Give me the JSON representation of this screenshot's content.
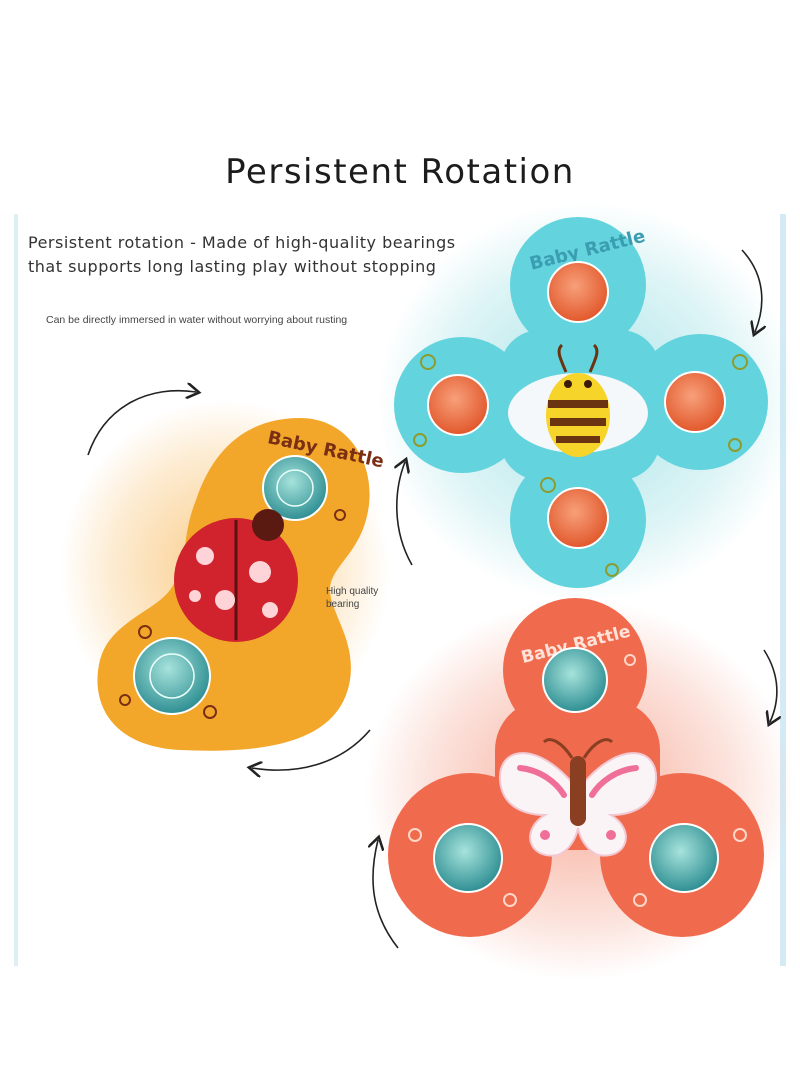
{
  "title": "Persistent Rotation",
  "description_line1": "Persistent rotation - Made of high-quality bearings",
  "description_line2": "that supports long lasting play without stopping",
  "water_note": "Can be directly immersed in water without worrying about rusting",
  "bearing_label_line1": "High quality",
  "bearing_label_line2": "bearing",
  "toys": {
    "yellow": {
      "brand": "Baby Rattle",
      "character": "ladybug"
    },
    "blue": {
      "brand": "Baby Rattle",
      "character": "bee"
    },
    "orange": {
      "brand": "Baby Rattle",
      "character": "butterfly"
    }
  },
  "colors": {
    "yellow_toy": "#f3a72a",
    "blue_toy": "#63d3de",
    "orange_toy": "#f06b4e",
    "button_orange": "#ee6a3a",
    "button_teal": "#3aa7a8"
  }
}
